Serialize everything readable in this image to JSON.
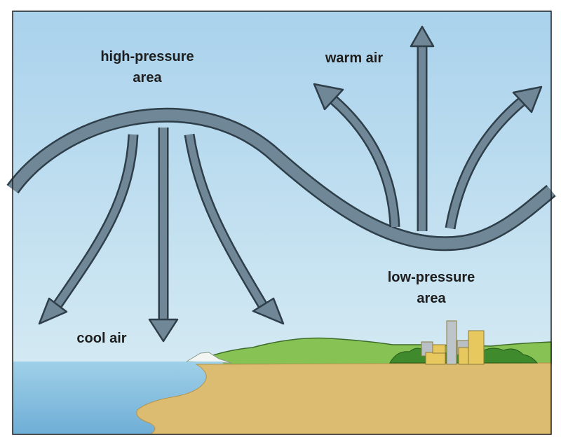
{
  "labels": {
    "high_pressure_line1": "high-pressure",
    "high_pressure_line2": "area",
    "low_pressure_line1": "low-pressure",
    "low_pressure_line2": "area",
    "warm_air": "warm air",
    "cool_air": "cool air"
  },
  "colors": {
    "sky": "#bcdcef",
    "arrow_fill": "#6f8796",
    "arrow_outline": "#2f3f4a",
    "sea": "#8ec4e0",
    "sand": "#dbbd72",
    "grass": "#7fbf4f",
    "buildings": "#e6c760",
    "chimney": "#b9c2c8"
  },
  "icons": {
    "downward": "arrow-down-icon",
    "upward": "arrow-up-icon"
  }
}
